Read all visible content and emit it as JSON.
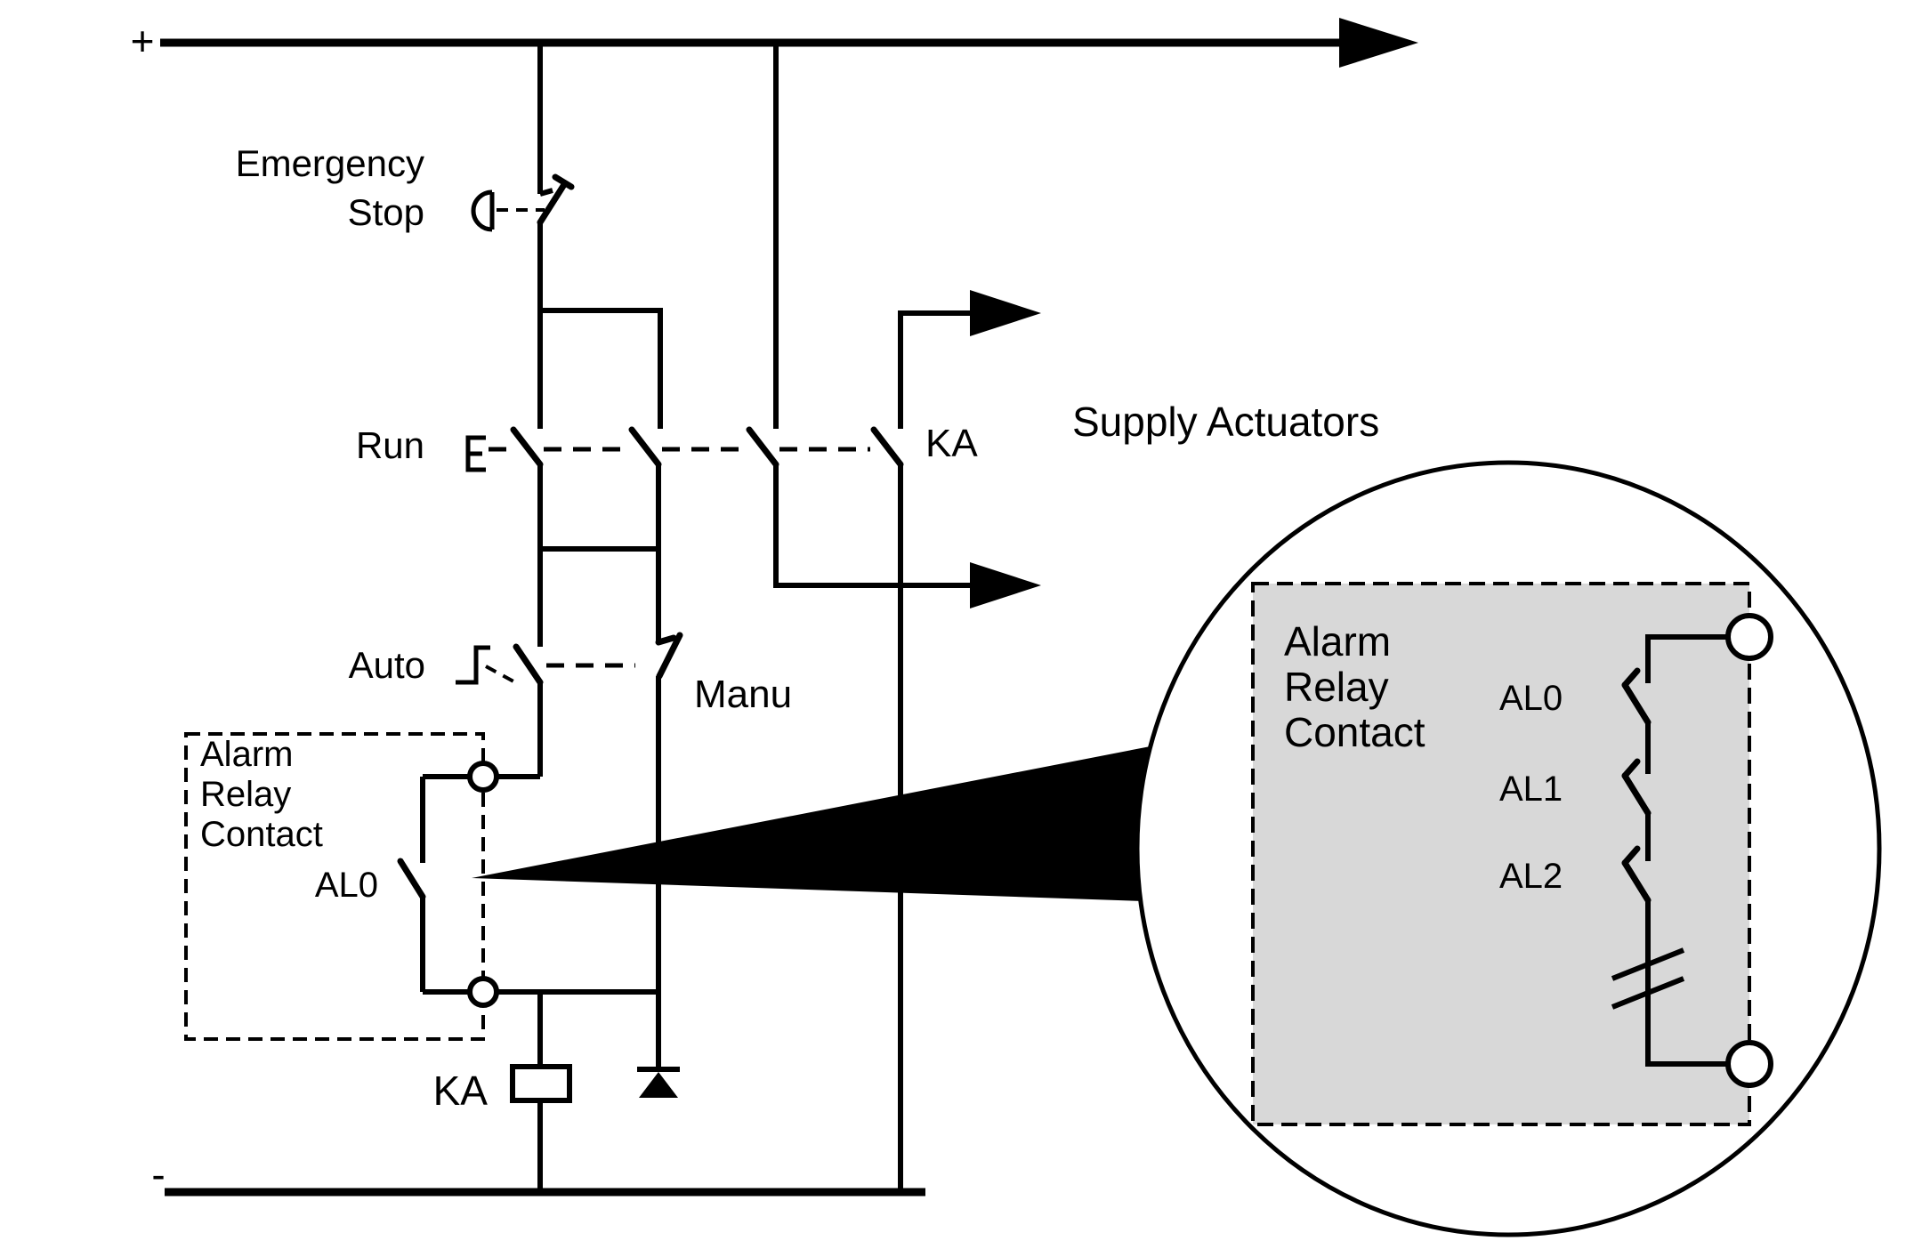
{
  "diagram": {
    "power": {
      "plus": "+",
      "minus": "-"
    },
    "labels": {
      "emergency_line1": "Emergency",
      "emergency_line2": "Stop",
      "run": "Run",
      "run_relay_contact": "KA",
      "supply": "Supply Actuators",
      "auto": "Auto",
      "manu": "Manu",
      "al0": "AL0",
      "coil": "KA"
    },
    "alarm_box": {
      "line1": "Alarm",
      "line2": "Relay",
      "line3": "Contact"
    },
    "magnifier": {
      "box": {
        "line1": "Alarm",
        "line2": "Relay",
        "line3": "Contact"
      },
      "contacts": [
        "AL0",
        "AL1",
        "AL2"
      ]
    },
    "colors": {
      "line": "#000000",
      "background": "#ffffff",
      "box_fill": "#d8d8d8"
    }
  }
}
